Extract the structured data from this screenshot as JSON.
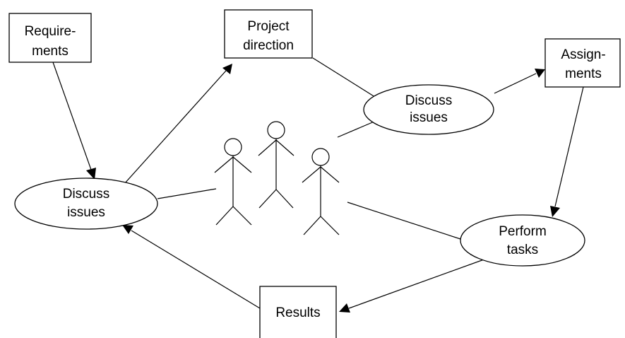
{
  "diagram": {
    "nodes": {
      "requirements": {
        "line1": "Require-",
        "line2": "ments"
      },
      "project_direction": {
        "line1": "Project",
        "line2": "direction"
      },
      "assignments": {
        "line1": "Assign-",
        "line2": "ments"
      },
      "discuss_issues_top": {
        "line1": "Discuss",
        "line2": "issues"
      },
      "discuss_issues_left": {
        "line1": "Discuss",
        "line2": "issues"
      },
      "perform_tasks": {
        "line1": "Perform",
        "line2": "tasks"
      },
      "results": {
        "line1": "Results"
      }
    },
    "colors": {
      "stroke": "#000000",
      "fill": "#ffffff"
    }
  }
}
